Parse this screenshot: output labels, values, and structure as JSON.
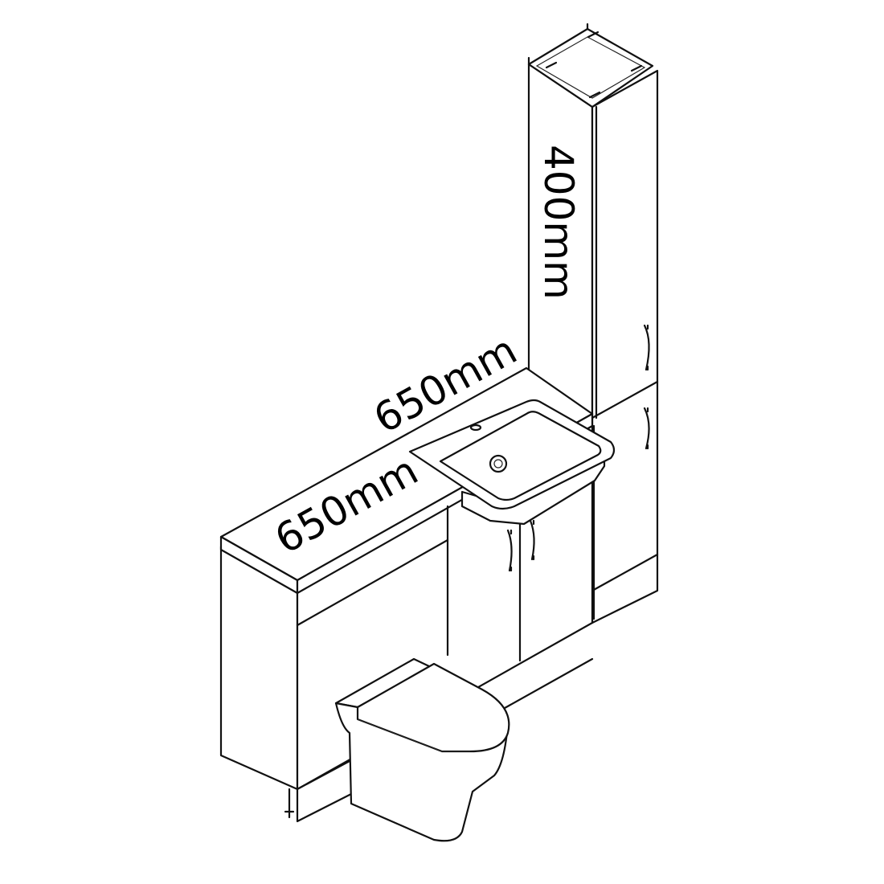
{
  "dimensions": {
    "vanity_depth": "650mm",
    "vanity_width": "650mm",
    "tall_unit_width": "400mm"
  },
  "colors": {
    "line": "#111111",
    "background": "#ffffff"
  }
}
